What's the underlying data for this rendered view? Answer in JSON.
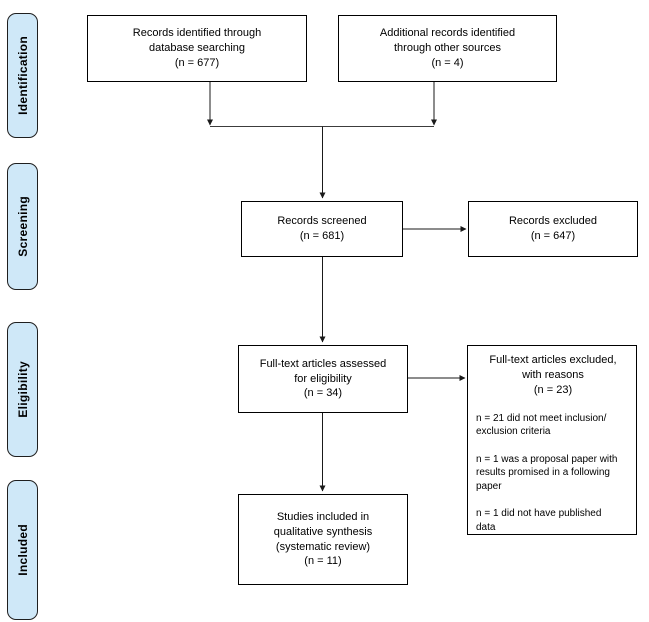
{
  "stages": [
    {
      "label": "Identification"
    },
    {
      "label": "Screening"
    },
    {
      "label": "Eligibility"
    },
    {
      "label": "Included"
    }
  ],
  "boxes": {
    "records_identified": "Records identified through\ndatabase searching\n(n = 677)",
    "additional_records": "Additional records identified\nthrough other sources\n(n = 4)",
    "records_screened": "Records screened\n(n = 681)",
    "records_excluded": "Records excluded\n(n = 647)",
    "fulltext_assessed": "Full-text articles assessed\nfor eligibility\n(n = 34)",
    "fulltext_excluded_title": "Full-text articles excluded,\nwith reasons\n(n = 23)",
    "fulltext_excluded_reasons": [
      "n = 21 did not meet inclusion/\nexclusion criteria",
      "n = 1 was a proposal paper with\nresults promised in a following\npaper",
      "n = 1 did not have published\ndata"
    ],
    "studies_included": "Studies included in\nqualitative synthesis\n(systematic review)\n(n = 11)"
  },
  "colors": {
    "stage_fill": "#cfe8f8",
    "stage_border": "#1f1f1f",
    "box_border": "#000000",
    "arrow": "#1a1a1a"
  }
}
